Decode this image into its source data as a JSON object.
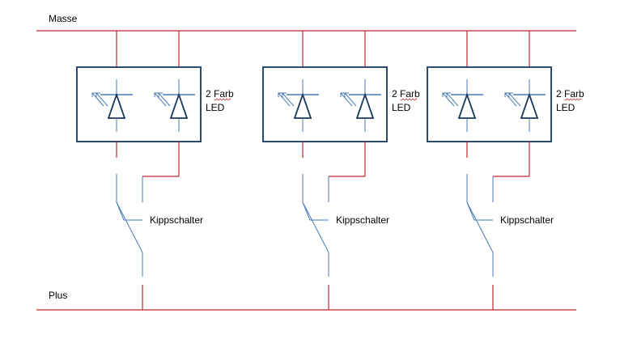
{
  "rails": {
    "top_label": "Masse",
    "bottom_label": "Plus"
  },
  "units": [
    {
      "led_label_line1": "2 Farb",
      "led_label_line2": "LED",
      "switch_label": "Kippschalter"
    },
    {
      "led_label_line1": "2 Farb",
      "led_label_line2": "LED",
      "switch_label": "Kippschalter"
    },
    {
      "led_label_line1": "2 Farb",
      "led_label_line2": "LED",
      "switch_label": "Kippschalter"
    }
  ],
  "colors": {
    "rail": "#c0272d",
    "component": "#4a7ab4",
    "box": "#17375e",
    "text": "#000000"
  }
}
